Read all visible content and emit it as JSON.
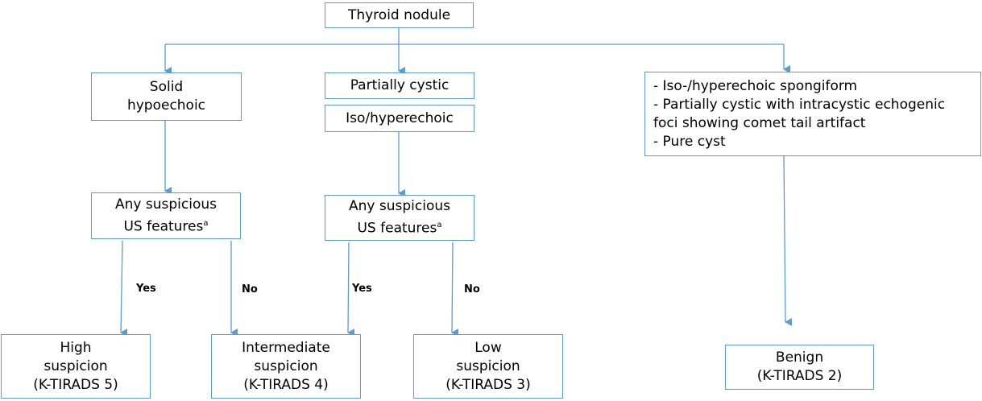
{
  "root": {
    "label": "Thyroid nodule"
  },
  "branch_solid": {
    "line1": "Solid",
    "line2": "hypoechoic"
  },
  "branch_partial": {
    "label": "Partially cystic",
    "sublabel": "Iso/hyperechoic"
  },
  "branch_benign_criteria": {
    "line1": "- Iso-/hyperechoic spongiform",
    "line2": "- Partially cystic with intracystic echogenic",
    "line3": "foci showing comet tail artifact",
    "line4": "- Pure cyst"
  },
  "question_left": {
    "line1": "Any suspicious",
    "line2": "US features",
    "sup": "a"
  },
  "question_mid": {
    "line1": "Any suspicious",
    "line2": "US features",
    "sup": "a"
  },
  "edges": {
    "yes_left": "Yes",
    "no_left": "No",
    "yes_mid": "Yes",
    "no_mid": "No"
  },
  "outcome_high": {
    "line1": "High",
    "line2": "suspicion",
    "line3": "(K-TIRADS 5)"
  },
  "outcome_intermediate": {
    "line1": "Intermediate",
    "line2": "suspicion",
    "line3": "(K-TIRADS 4)"
  },
  "outcome_low": {
    "line1": "Low",
    "line2": "suspicion",
    "line3": "(K-TIRADS 3)"
  },
  "outcome_benign": {
    "line1": "Benign",
    "line2": "(K-TIRADS 2)"
  },
  "colors": {
    "border": "#5b9bd5",
    "connector": "#5b9bd5"
  }
}
